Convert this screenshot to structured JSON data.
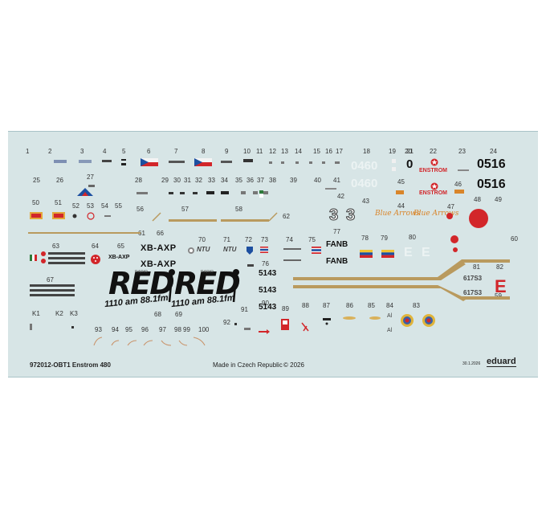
{
  "sheet": {
    "code_name": "972012-OBT1 Enstrom 480",
    "made_in": "Made in Czech Republic",
    "copyright": "© 2026",
    "date": "30.1.2026",
    "brand": "eduard"
  },
  "numbers": [
    "1",
    "2",
    "3",
    "4",
    "5",
    "6",
    "7",
    "8",
    "9",
    "10",
    "11",
    "12",
    "13",
    "14",
    "15",
    "16",
    "17",
    "18",
    "19",
    "20",
    "21",
    "22",
    "23",
    "24",
    "25",
    "26",
    "27",
    "28",
    "29",
    "30",
    "31",
    "32",
    "33",
    "34",
    "35",
    "36",
    "37",
    "38",
    "39",
    "40",
    "41",
    "42",
    "43",
    "44",
    "45",
    "46",
    "47",
    "48",
    "49",
    "50",
    "51",
    "52",
    "53",
    "54",
    "55",
    "56",
    "57",
    "58",
    "59",
    "60",
    "61",
    "62",
    "63",
    "64",
    "65",
    "66",
    "67",
    "68",
    "69",
    "70",
    "71",
    "72",
    "73",
    "74",
    "75",
    "76",
    "77",
    "78",
    "79",
    "80",
    "81",
    "82",
    "83",
    "84",
    "85",
    "86",
    "87",
    "88",
    "89",
    "90",
    "91",
    "92",
    "93",
    "94",
    "95",
    "96",
    "97",
    "98",
    "99",
    "100",
    "K1",
    "K2",
    "K3"
  ],
  "markings": {
    "tail_0516_a": "0516",
    "tail_0516_b": "0516",
    "tail_0": "0",
    "ghost_0460_a": "0460",
    "ghost_0460_b": "0460",
    "enstrom_a": "ENSTROM",
    "enstrom_b": "ENSTROM",
    "reg_a": "XB-AXP",
    "reg_b": "XB-AXP",
    "reg_small": "XB-AXP",
    "fanb_a": "FANB",
    "fanb_b": "FANB",
    "digit_3a": "3",
    "digit_3b": "3",
    "code_5143_a": "5143",
    "code_5143_b": "5143",
    "code_5143_c": "5143",
    "code_617s3_a": "617S3",
    "code_617s3_b": "617S3",
    "letter_e_red": "E",
    "letter_e_ghost_a": "E",
    "letter_e_ghost_b": "E",
    "sub_al_a": "Al",
    "sub_al_b": "Al",
    "blue_arrows_a": "Blue Arrows",
    "blue_arrows_b": "Blue Arrows",
    "red_logo_a": "RED",
    "red_logo_b": "RED",
    "red_freq_a": "1110 am 88.1fm",
    "red_freq_b": "1110 am 88.1fm",
    "radio_a": "RADIO",
    "radio_b": "RADIO",
    "ntu_a": "NTU",
    "ntu_b": "NTU"
  },
  "colors": {
    "sheet": "#d7e5e6",
    "gold": "#b99a5e",
    "red": "#d2262a",
    "black": "#111111"
  }
}
